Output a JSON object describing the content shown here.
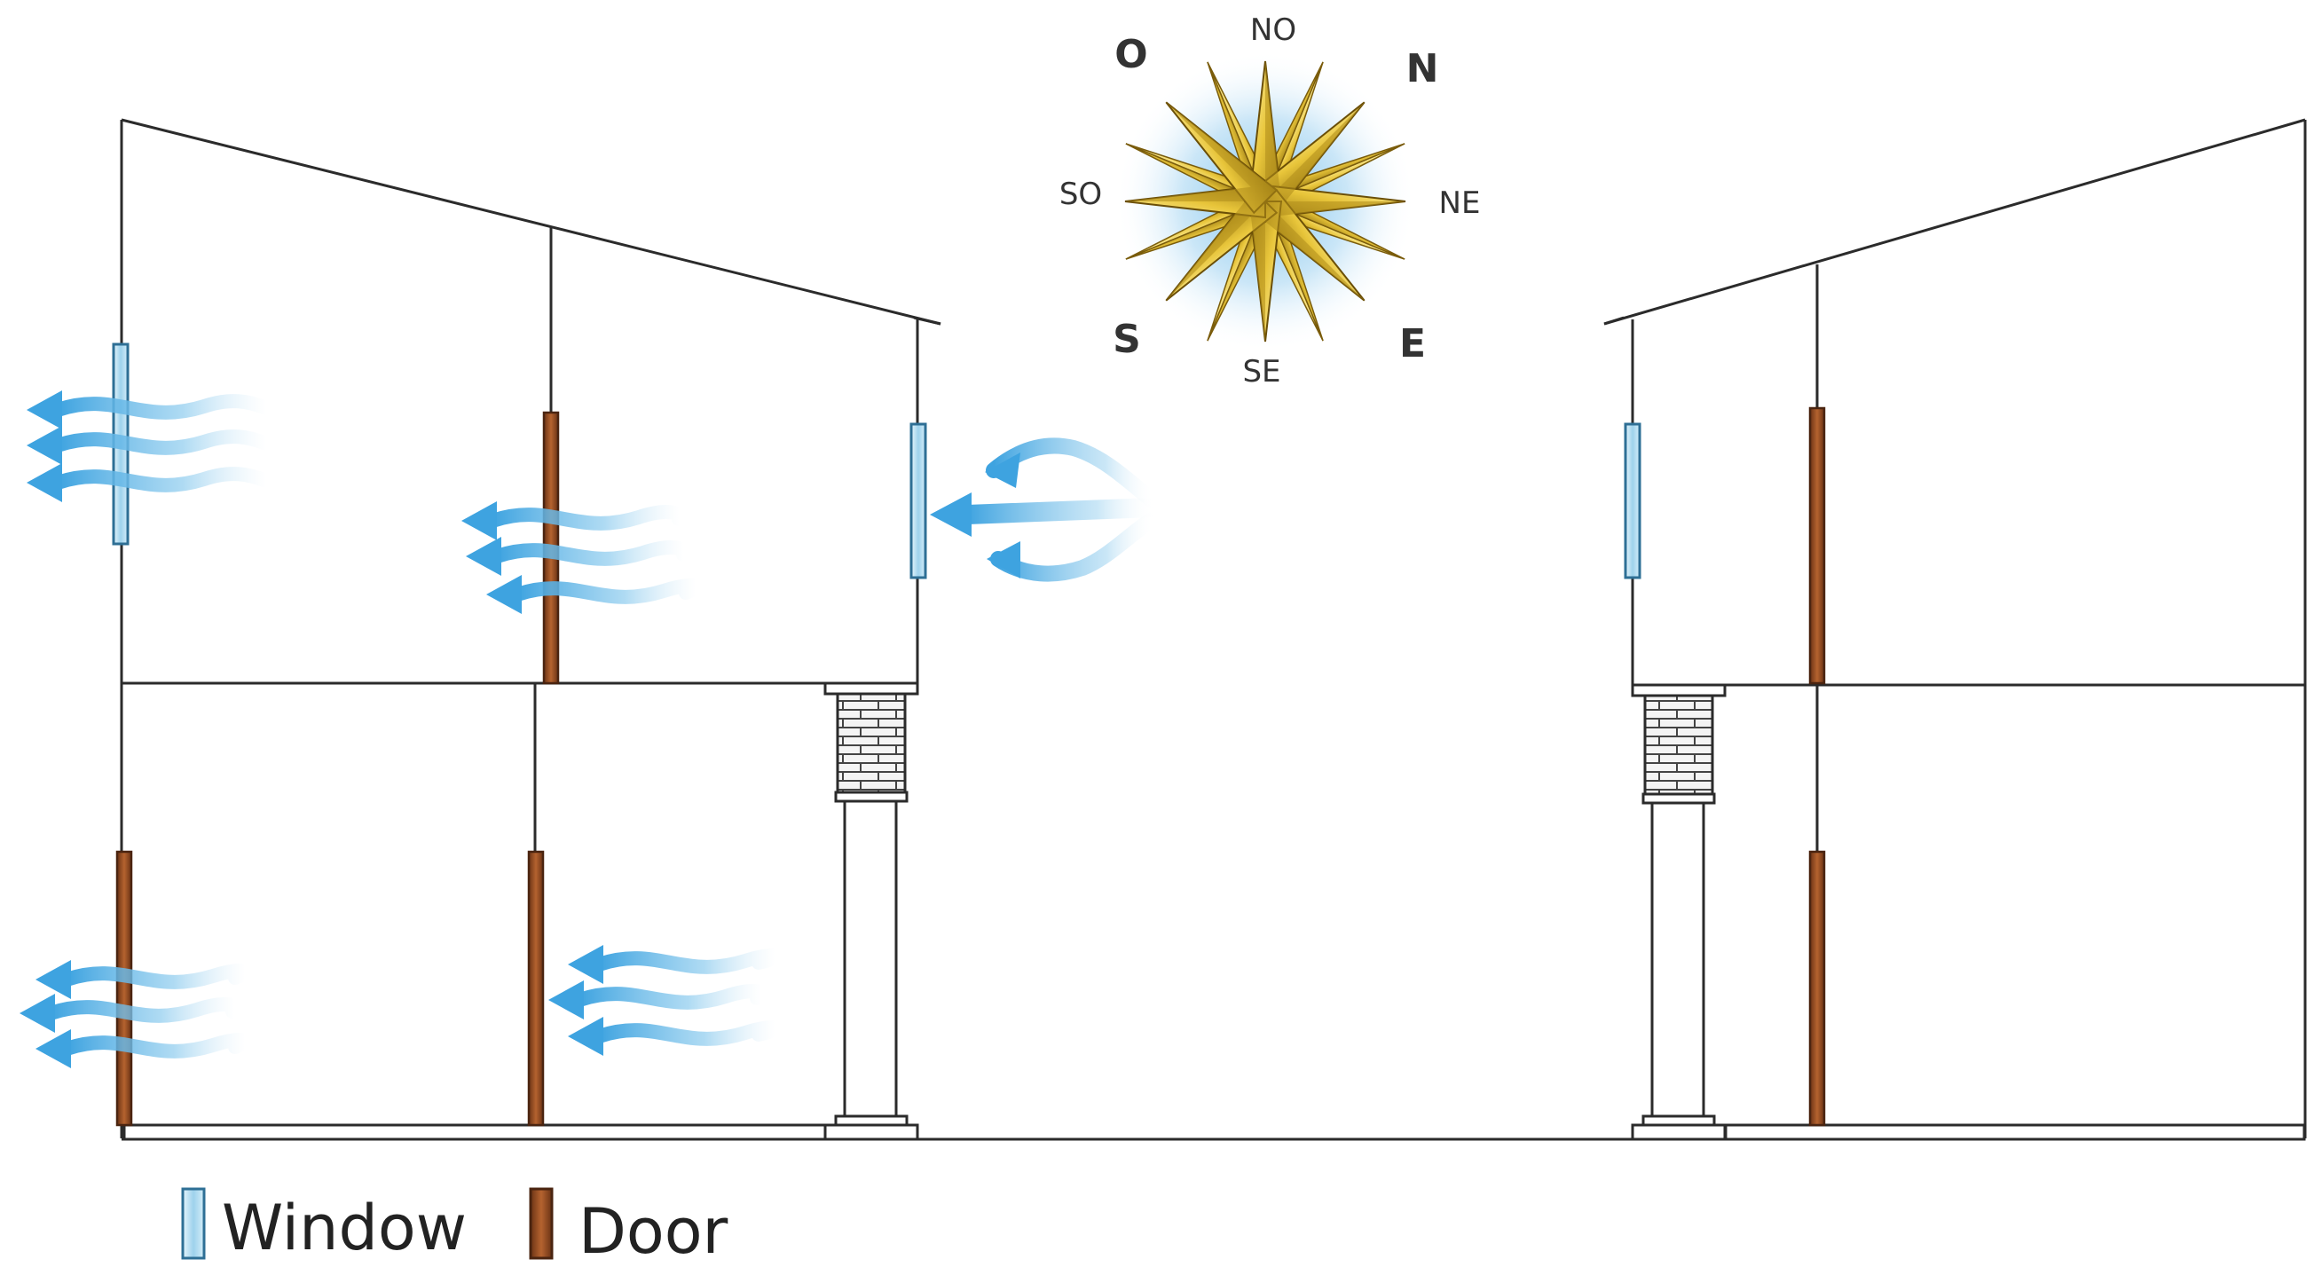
{
  "compass": {
    "labels": {
      "top": "NO",
      "top_left": "O",
      "top_right": "N",
      "left": "SO",
      "right": "NE",
      "bottom_left": "S",
      "bottom": "SE",
      "bottom_right": "E"
    }
  },
  "legend": {
    "window_label": "Window",
    "door_label": "Door"
  },
  "colors": {
    "window_fill": "#a9d8ee",
    "window_stroke": "#2e6f95",
    "door_fill": "#a0522d",
    "door_stroke": "#4a2410",
    "airflow": "#56b1e6",
    "compass_gold": "#e8c53a",
    "compass_glow": "#7cc2ec",
    "line": "#2b2b2b"
  },
  "icons": {
    "compass": "compass-rose-icon",
    "airflow_out": "airflow-outward-icon",
    "airflow_in": "airflow-inward-icon"
  }
}
